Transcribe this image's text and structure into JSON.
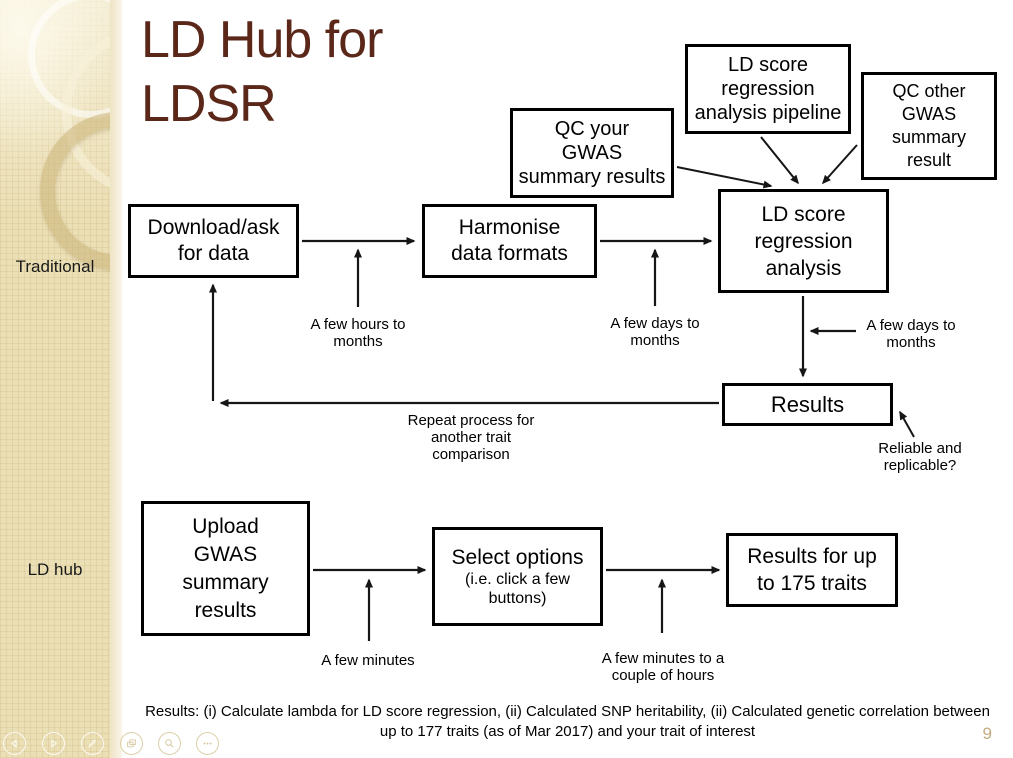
{
  "slide": {
    "title": "LD Hub for\nLDSR",
    "page_number": "9",
    "footer_line1": "Results: (i) Calculate lambda for LD score regression, (ii) Calculated SNP heritability, (ii) Calculated genetic correlation between",
    "footer_line2": "up to 177 traits (as of Mar 2017) and your trait of interest"
  },
  "colors": {
    "title_text": "#5a2718",
    "sidebar_tan": "#ebdfb6",
    "page_number": "#c2ab7d",
    "box_border": "#000000"
  },
  "sidebar": {
    "labels": [
      {
        "text": "Traditional"
      },
      {
        "text": "LD hub"
      }
    ]
  },
  "diagram": {
    "boxes": {
      "qc_your": {
        "text": "QC your\nGWAS\nsummary results"
      },
      "pipeline": {
        "text": "LD score\nregression\nanalysis pipeline"
      },
      "qc_other": {
        "text": "QC other\nGWAS\nsummary\nresult"
      },
      "download": {
        "text": "Download/ask\nfor data"
      },
      "harmonise": {
        "text": "Harmonise\ndata formats"
      },
      "ldscore": {
        "text": "LD score\nregression\nanalysis"
      },
      "results": {
        "text": "Results"
      },
      "upload": {
        "text": "Upload\nGWAS\nsummary\nresults"
      },
      "select": {
        "text": "Select options",
        "subtext": "(i.e. click a few\nbuttons)"
      },
      "results175": {
        "text": "Results for up\nto 175 traits"
      }
    },
    "labels": {
      "few_hours": "A few hours to\nmonths",
      "few_days_left": "A few days to\nmonths",
      "few_days_right": "A few days to\nmonths",
      "repeat": "Repeat process for\nanother trait\ncomparison",
      "reliable": "Reliable and\nreplicable?",
      "few_minutes": "A few minutes",
      "few_minutes_couple": "A few minutes to a\ncouple of hours"
    }
  },
  "nav": {
    "buttons": [
      {
        "name": "previous-slide"
      },
      {
        "name": "next-slide"
      },
      {
        "name": "pen-annotate"
      },
      {
        "name": "all-slides"
      },
      {
        "name": "zoom"
      },
      {
        "name": "more-options"
      }
    ]
  }
}
